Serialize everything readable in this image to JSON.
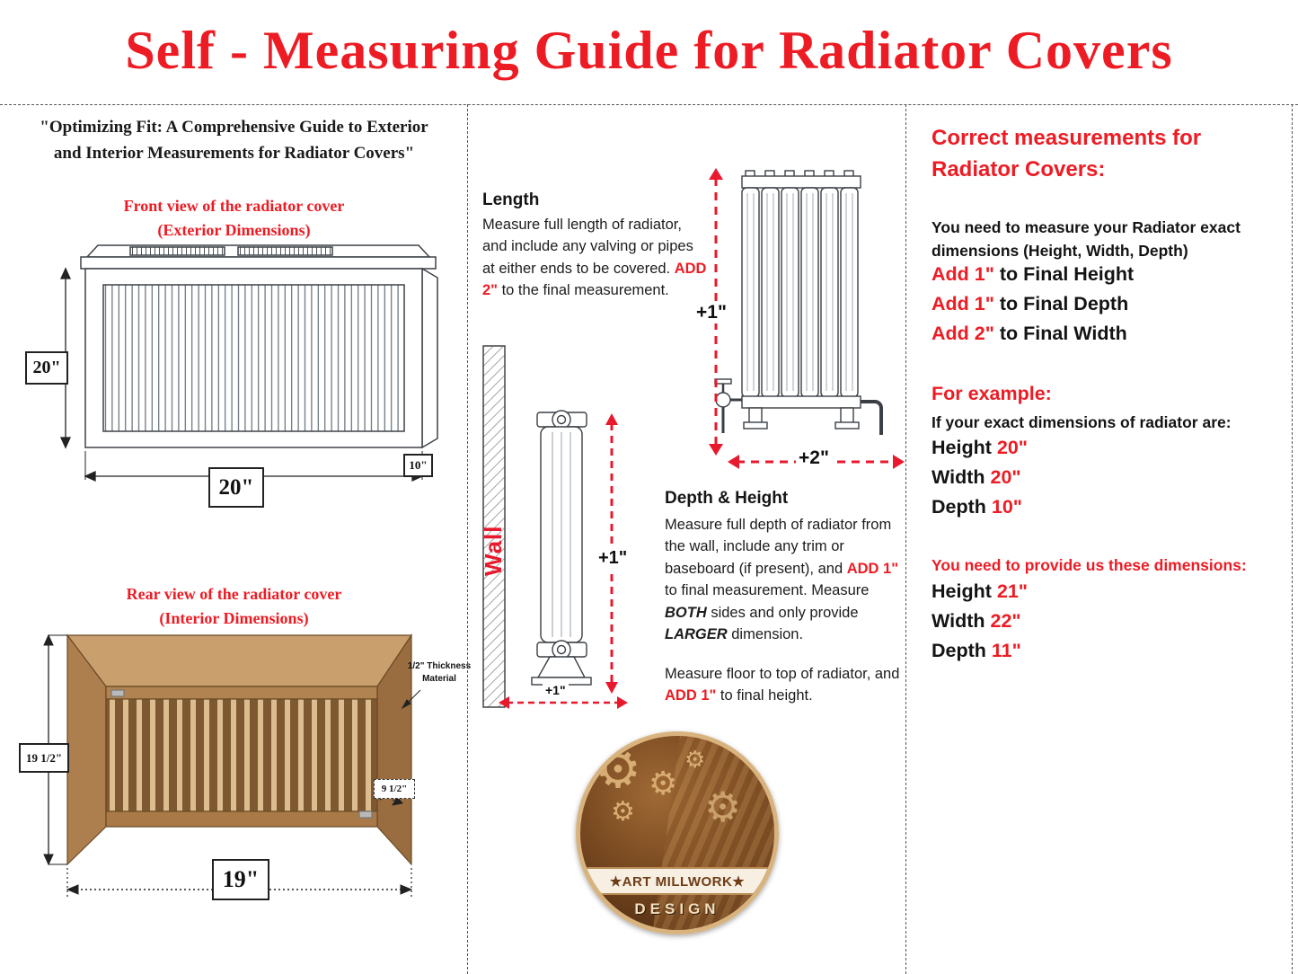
{
  "colors": {
    "accent_red": "#ed1c24",
    "text_black": "#111111",
    "wood_brown": "#b5854f"
  },
  "title": "Self - Measuring Guide for Radiator Covers",
  "left": {
    "quote_line1": "\"Optimizing Fit: A Comprehensive Guide to Exterior",
    "quote_line2": "and Interior Measurements for Radiator Covers\"",
    "front": {
      "caption_line1": "Front view of the radiator cover",
      "caption_line2": "(Exterior Dimensions)",
      "height": "20\"",
      "width": "20\"",
      "depth": "10\""
    },
    "rear": {
      "caption_line1": "Rear view of the radiator cover",
      "caption_line2": "(Interior Dimensions)",
      "height": "19 1/2\"",
      "width": "19\"",
      "inner_depth": "9 1/2\"",
      "thickness_line1": "1/2\" Thickness",
      "thickness_line2": "Material"
    }
  },
  "middle": {
    "length": {
      "heading": "Length",
      "text_1": "Measure full length of radiator, and include any valving or pipes at either ends to be covered. ",
      "text_red": "ADD 2\"",
      "text_2": " to the final measurement."
    },
    "depth_height": {
      "heading": "Depth & Height",
      "text_1": "Measure full depth of radiator from the wall, include any trim or baseboard (if present), and ",
      "text_red1": "ADD 1\"",
      "text_2": " to final measurement. Measure ",
      "text_italic1": "BOTH",
      "text_3": " sides and only provide ",
      "text_italic2": "LARGER",
      "text_4": " dimension."
    },
    "floor": {
      "text_1": "Measure floor to top of radiator, and ",
      "text_red": "ADD 1\"",
      "text_2": " to final height."
    },
    "wall_label": "Wall",
    "arrows": {
      "radiator_height": "+1\"",
      "radiator_length": "+2\"",
      "side_height": "+1\"",
      "side_depth": "+1\""
    },
    "logo": {
      "banner": "★ART MILLWORK★",
      "subtext": "DESIGN"
    }
  },
  "right": {
    "heading": "Correct measurements for Radiator Covers:",
    "intro": "You need to measure your Radiator exact dimensions (Height, Width, Depth)",
    "add_lines": [
      {
        "red": "Add 1\"",
        "rest": " to Final Height"
      },
      {
        "red": "Add 1\"",
        "rest": " to Final Depth"
      },
      {
        "red": "Add 2\"",
        "rest": " to Final Width"
      }
    ],
    "example_heading": "For example:",
    "example_intro": "If your exact dimensions of radiator are:",
    "example_lines": [
      {
        "label": "Height ",
        "value": "20\""
      },
      {
        "label": "Width ",
        "value": "20\""
      },
      {
        "label": "Depth ",
        "value": "10\""
      }
    ],
    "provide_heading": "You need to provide us these dimensions:",
    "provide_lines": [
      {
        "label": "Height ",
        "value": "21\""
      },
      {
        "label": "Width ",
        "value": "22\""
      },
      {
        "label": "Depth ",
        "value": "11\""
      }
    ]
  }
}
